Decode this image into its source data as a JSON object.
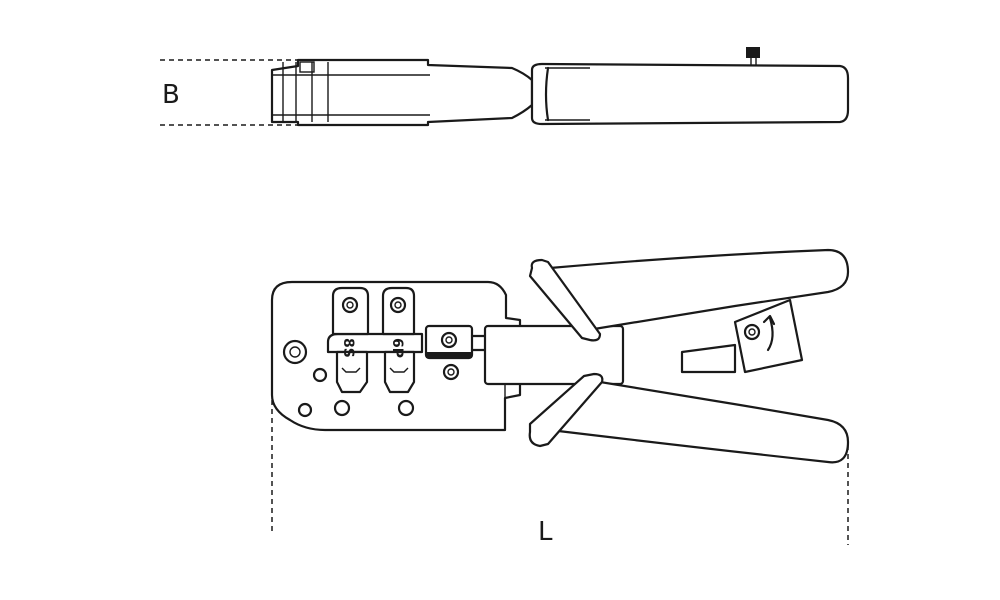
{
  "dimensions": {
    "width_label": "B",
    "length_label": "L"
  },
  "dies": {
    "left_label": "8S",
    "right_label": "6P"
  }
}
